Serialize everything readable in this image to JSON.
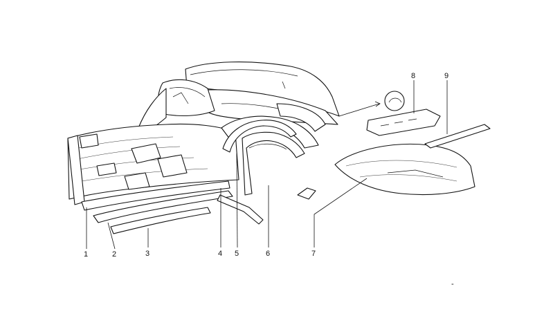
{
  "diagram": {
    "callouts": [
      {
        "id": "1",
        "label": "1"
      },
      {
        "id": "2",
        "label": "2"
      },
      {
        "id": "3",
        "label": "3"
      },
      {
        "id": "4",
        "label": "4"
      },
      {
        "id": "5",
        "label": "5"
      },
      {
        "id": "6",
        "label": "6"
      },
      {
        "id": "7",
        "label": "7"
      },
      {
        "id": "8",
        "label": "8"
      },
      {
        "id": "9",
        "label": "9"
      }
    ],
    "footer_mark": "-"
  }
}
